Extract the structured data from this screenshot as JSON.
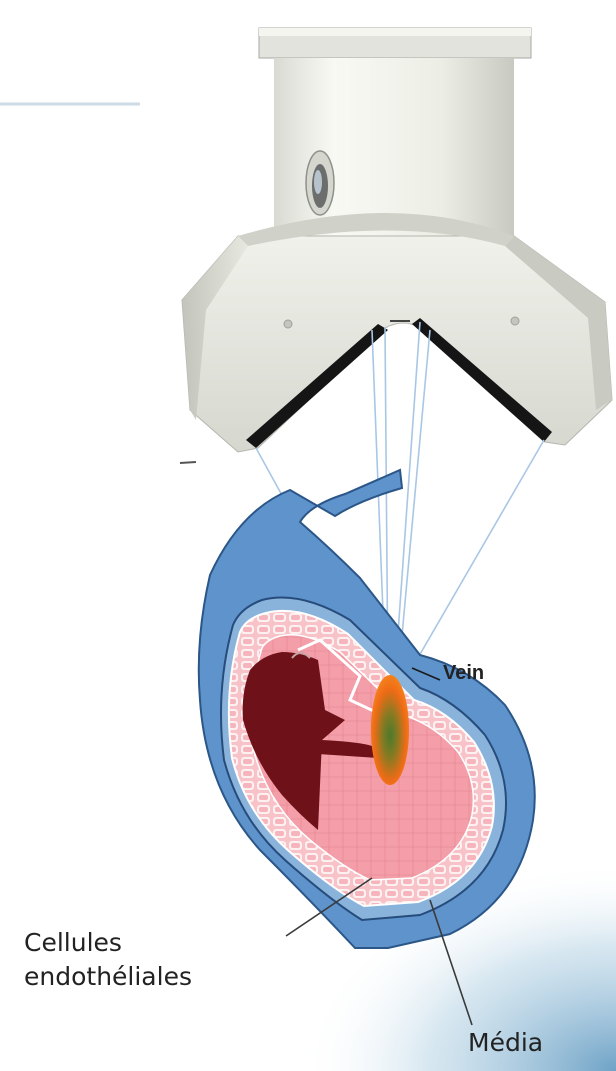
{
  "labels": {
    "vein": "Vein",
    "cells": "Cellules\nendothéliales",
    "media": "Média"
  },
  "colors": {
    "device_light": "#f2f3ec",
    "device_mid": "#dcddd6",
    "device_shadow": "#bdbfb8",
    "device_edge": "#1a1a1a",
    "vein_blue": "#5f93cc",
    "vein_blue_dark": "#254d82",
    "tissue_pink": "#f4a4ad",
    "tissue_pink_light": "#f8c4c9",
    "lumen": "#6f1118",
    "focus_orange": "#f26a14",
    "focus_green": "#4e7a2d",
    "beam": "#a8c6e4",
    "accent_top_line": "#cddbe6",
    "corner_glow": "#6fa5c8"
  }
}
